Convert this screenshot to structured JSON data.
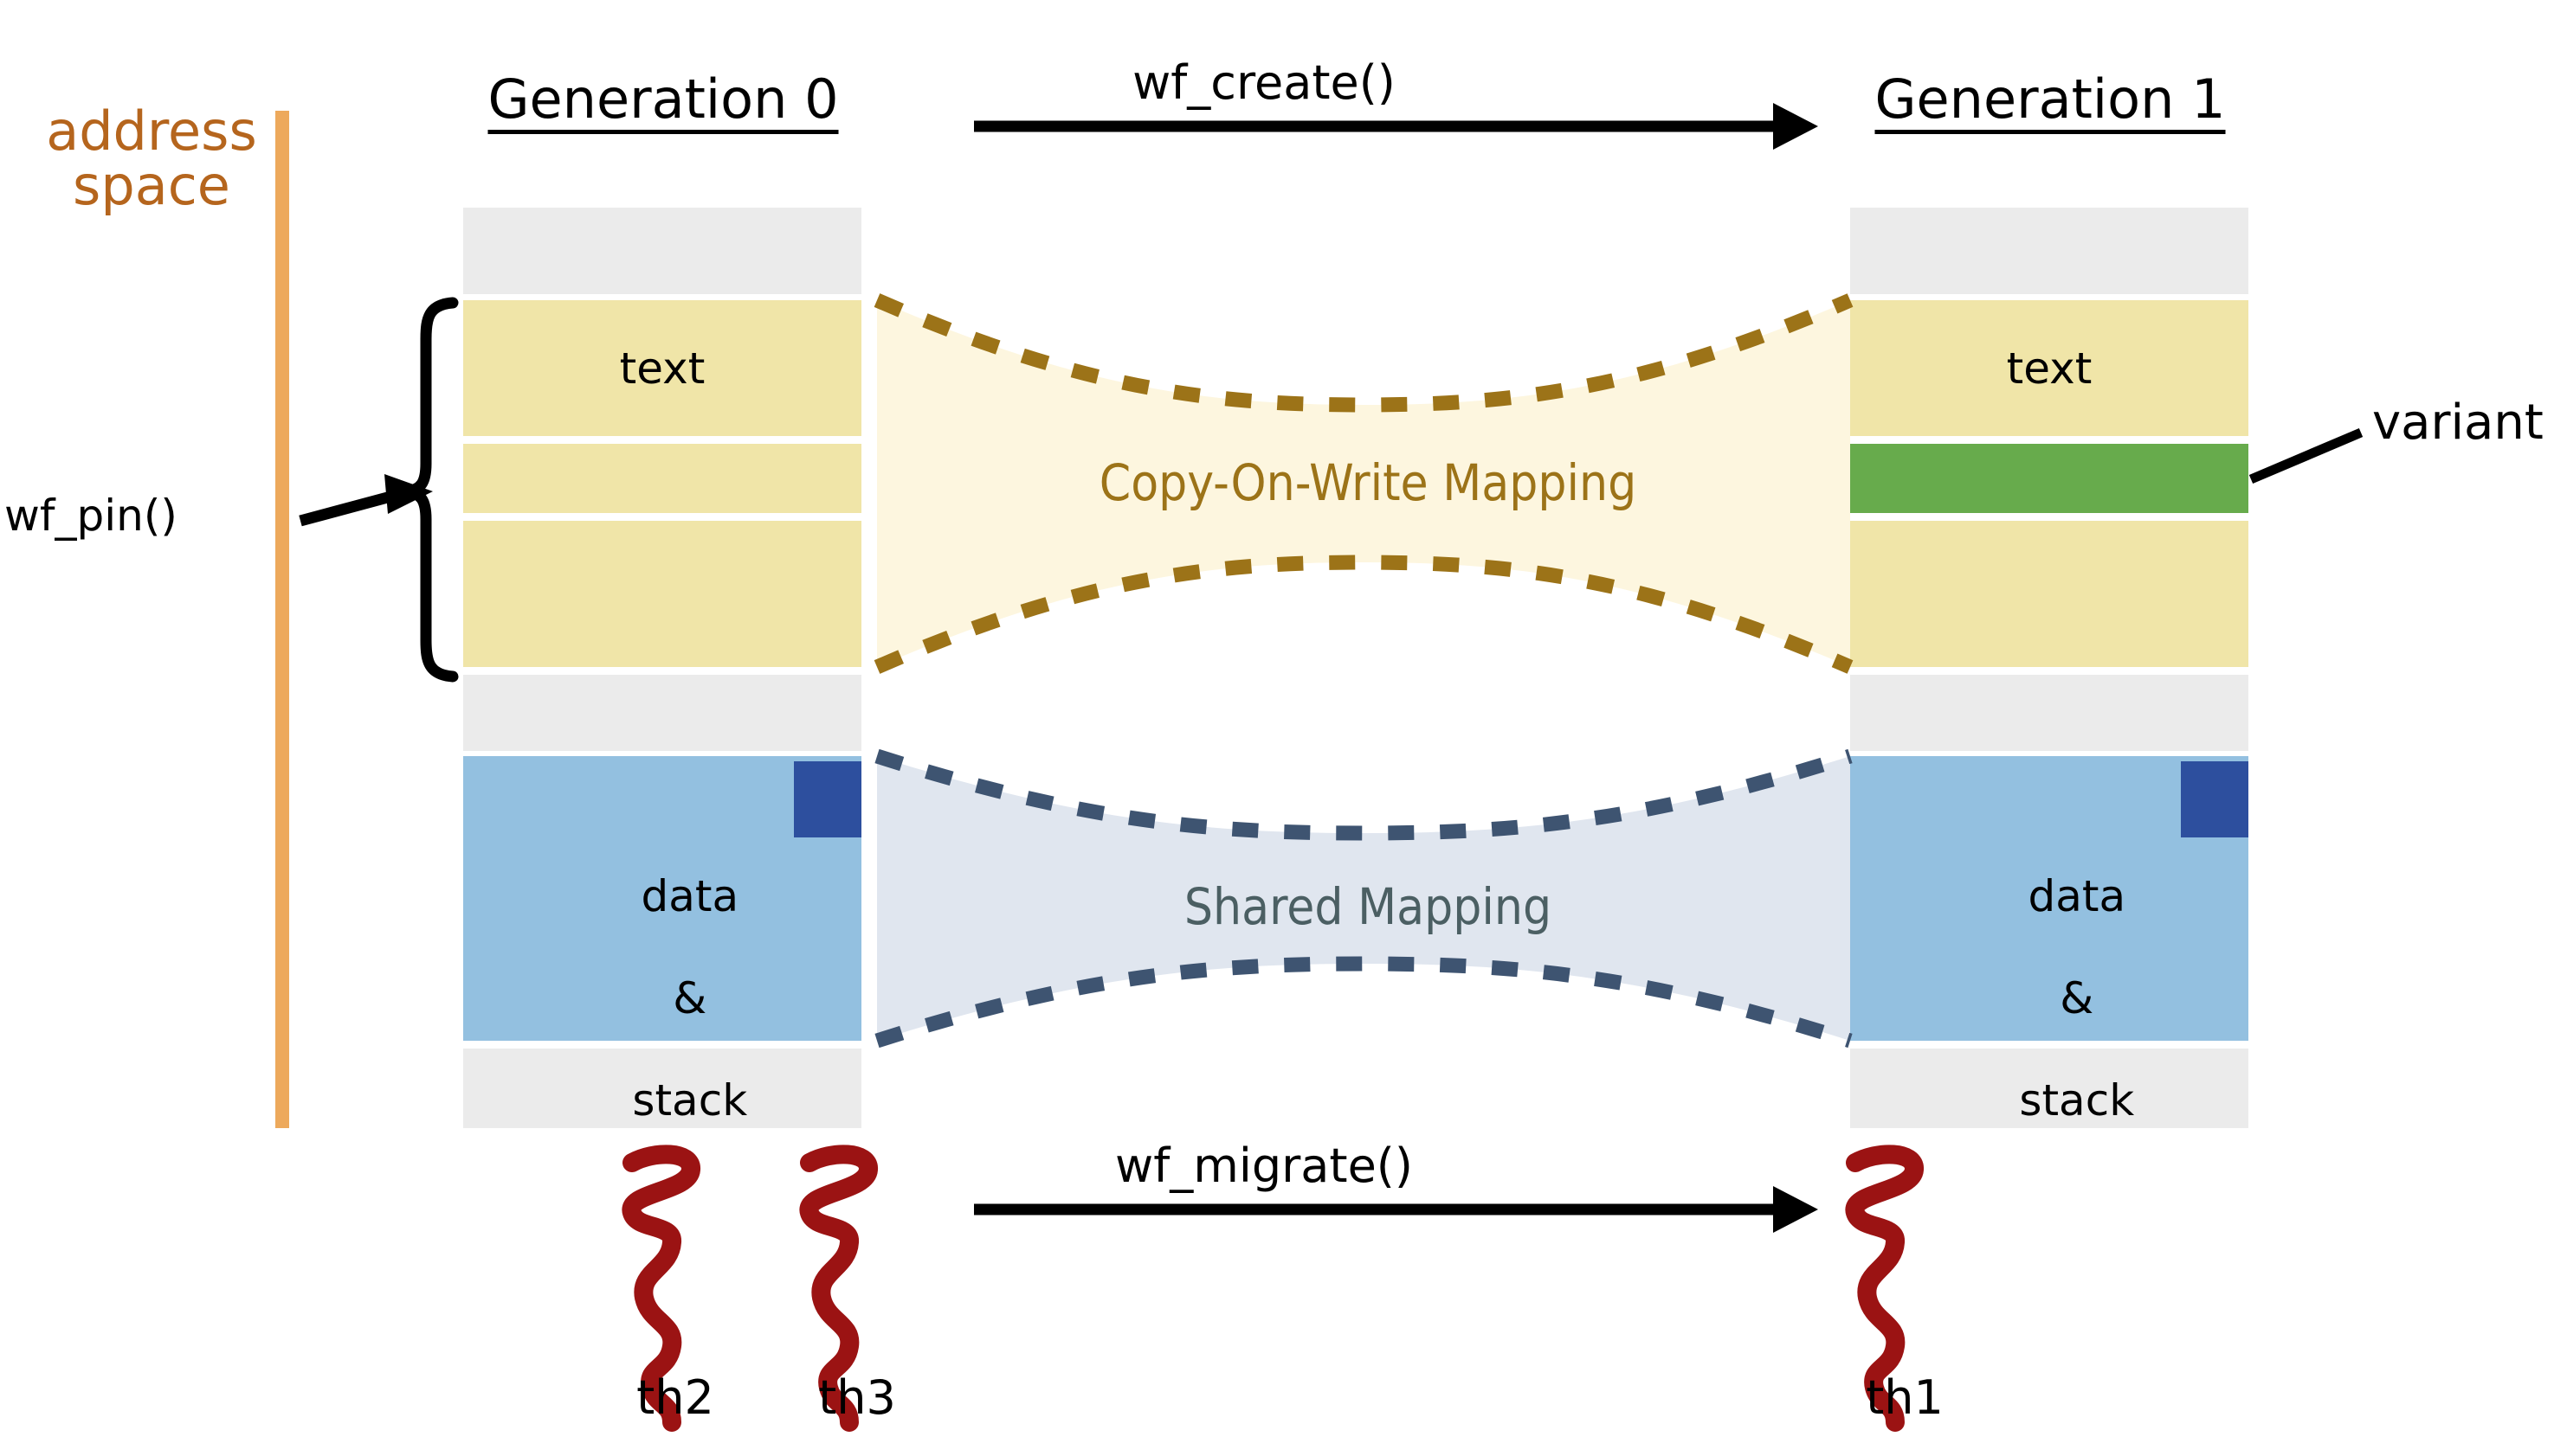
{
  "diagram": {
    "title_left": "address space",
    "axis": {
      "label_line1": "address",
      "label_line2": "space",
      "color": "#eda95c"
    },
    "generations": [
      {
        "id": "gen0",
        "header": "Generation 0",
        "blocks": [
          {
            "kind": "unmapped",
            "label": "",
            "color": "#ebebeb"
          },
          {
            "kind": "text",
            "label": "text",
            "color": "#f0e5a8"
          },
          {
            "kind": "text",
            "label": "",
            "color": "#f0e5a8"
          },
          {
            "kind": "text",
            "label": "",
            "color": "#f0e5a8"
          },
          {
            "kind": "unmapped",
            "label": "",
            "color": "#ebebeb"
          },
          {
            "kind": "data",
            "label": "data\n&\nstack",
            "color": "#93c0e0"
          },
          {
            "kind": "unmapped",
            "label": "",
            "color": "#ebebeb"
          }
        ],
        "marker": {
          "name": "dirty-page",
          "color": "#2d4f9e"
        }
      },
      {
        "id": "gen1",
        "header": "Generation 1",
        "blocks": [
          {
            "kind": "unmapped",
            "label": "",
            "color": "#ebebeb"
          },
          {
            "kind": "text",
            "label": "text",
            "color": "#f0e5a8"
          },
          {
            "kind": "variant",
            "label": "",
            "color": "#67ab4c"
          },
          {
            "kind": "text",
            "label": "",
            "color": "#f0e5a8"
          },
          {
            "kind": "unmapped",
            "label": "",
            "color": "#ebebeb"
          },
          {
            "kind": "data",
            "label": "data\n&\nstack",
            "color": "#93c0e0"
          },
          {
            "kind": "unmapped",
            "label": "",
            "color": "#ebebeb"
          }
        ],
        "marker": {
          "name": "dirty-page",
          "color": "#2d4f9e"
        }
      }
    ],
    "block_labels": {
      "text": "text",
      "data_line1": "data",
      "data_line2": "&",
      "data_line3": "stack"
    },
    "bands": [
      {
        "id": "cow",
        "caption": "Copy-On-Write Mapping",
        "fill": "#fdf6df",
        "stroke": "#9c7318"
      },
      {
        "id": "shared",
        "caption": "Shared Mapping",
        "fill": "#e0e6ef",
        "stroke": "#3e5471"
      }
    ],
    "arrows": [
      {
        "id": "wf-create",
        "label": "wf_create()",
        "direction": "right"
      },
      {
        "id": "wf-migrate",
        "label": "wf_migrate()",
        "direction": "right"
      },
      {
        "id": "wf-pin",
        "label": "wf_pin()",
        "direction": "right"
      }
    ],
    "annotations": [
      {
        "id": "variant",
        "label": "variant",
        "target": "gen1-variant-block"
      }
    ],
    "threads": [
      {
        "id": "th2",
        "label": "th2",
        "column": "gen0",
        "color": "#9b1313"
      },
      {
        "id": "th3",
        "label": "th3",
        "column": "gen0",
        "color": "#9b1313"
      },
      {
        "id": "th1",
        "label": "th1",
        "column": "gen1",
        "color": "#9b1313"
      }
    ],
    "colors": {
      "axis_orange": "#eda95c",
      "text_segment_yellow": "#f0e5a8",
      "variant_green": "#67ab4c",
      "data_blue": "#93c0e0",
      "dirty_page_blue": "#2d4f9e",
      "unmapped_grey": "#ebebeb",
      "cow_fill": "#fdf6df",
      "cow_stroke": "#9c7318",
      "shared_fill": "#e0e6ef",
      "shared_stroke": "#3e5471",
      "thread_red": "#9b1313",
      "address_space_text": "#b5651d"
    }
  }
}
